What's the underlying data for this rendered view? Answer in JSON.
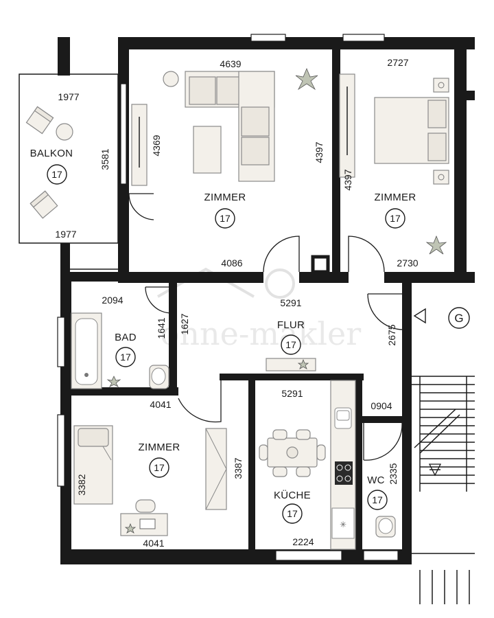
{
  "watermark": "ohne-makler",
  "entrance_label": "G",
  "rooms": [
    {
      "id": "balkon",
      "name": "BALKON",
      "number": "17"
    },
    {
      "id": "zimmer1",
      "name": "ZIMMER",
      "number": "17"
    },
    {
      "id": "zimmer2",
      "name": "ZIMMER",
      "number": "17"
    },
    {
      "id": "bad",
      "name": "BAD",
      "number": "17"
    },
    {
      "id": "flur",
      "name": "FLUR",
      "number": "17"
    },
    {
      "id": "zimmer3",
      "name": "ZIMMER",
      "number": "17"
    },
    {
      "id": "kueche",
      "name": "KÜCHE",
      "number": "17"
    },
    {
      "id": "wc",
      "name": "WC",
      "number": "17"
    }
  ],
  "dimensions": {
    "balkon_top": "1977",
    "balkon_bottom": "1977",
    "balkon_side": "3581",
    "zimmer1_top": "4639",
    "zimmer1_left": "4369",
    "zimmer1_right": "4397",
    "zimmer1_bottom": "4086",
    "zimmer2_top": "2727",
    "zimmer2_left": "4397",
    "zimmer2_bottom": "2730",
    "bad_top": "2094",
    "bad_right": "1641",
    "flur_left": "1627",
    "flur_top": "5291",
    "flur_right": "2675",
    "zimmer3_top": "4041",
    "zimmer3_bottom": "4041",
    "zimmer3_left": "3382",
    "zimmer3_right": "3387",
    "kueche_top": "5291",
    "kueche_bottom": "2224",
    "wc_top": "0904",
    "wc_right": "2335"
  }
}
